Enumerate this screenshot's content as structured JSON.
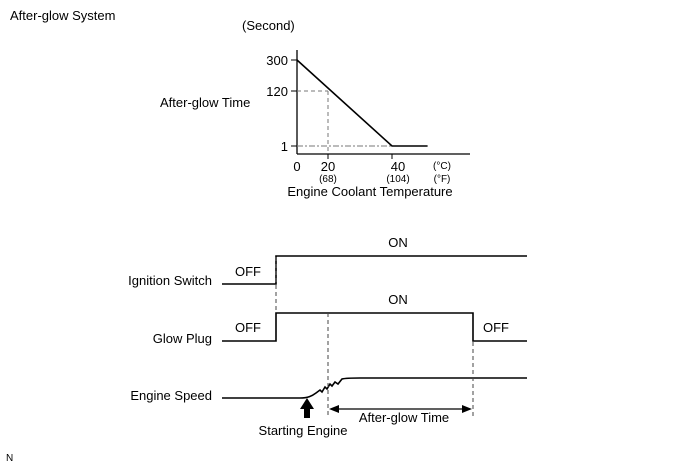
{
  "title": "After-glow System",
  "graph": {
    "unit_label": "(Second)",
    "y_axis_label": "After-glow Time",
    "y_ticks": [
      "300",
      "120",
      "1"
    ],
    "x_ticks": [
      "0",
      "20",
      "40"
    ],
    "x_ticks_f": [
      "(68)",
      "(104)"
    ],
    "unit_c": "(°C)",
    "unit_f": "(°F)",
    "x_axis_label": "Engine Coolant Temperature",
    "curve": [
      {
        "temp_c": 0,
        "seconds": 300
      },
      {
        "temp_c": 40,
        "seconds": 1
      },
      {
        "temp_c": 55,
        "seconds": 1
      }
    ],
    "marker": {
      "temp_c": 20,
      "seconds": 120
    }
  },
  "timing": {
    "ignition": {
      "label": "Ignition Switch",
      "off_label": "OFF",
      "on_label": "ON"
    },
    "glow_plug": {
      "label": "Glow Plug",
      "off_label": "OFF",
      "on_label": "ON",
      "off2_label": "OFF"
    },
    "engine_speed": {
      "label": "Engine Speed"
    },
    "starting_label": "Starting Engine",
    "afterglow_label": "After-glow Time"
  },
  "footnote": "N"
}
